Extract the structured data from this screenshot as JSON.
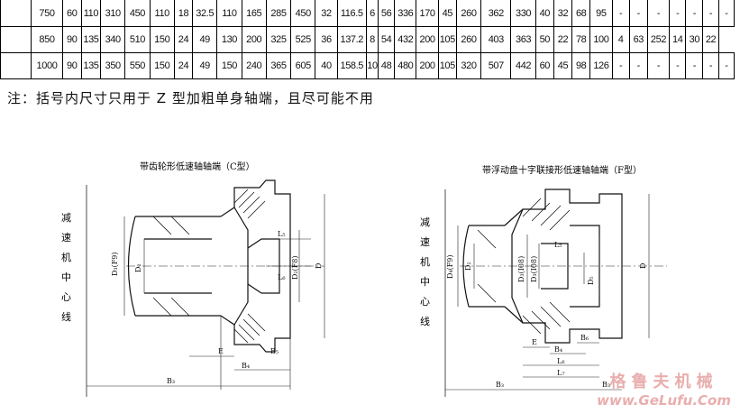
{
  "table": {
    "rows": [
      [
        "750",
        "60",
        "110",
        "310",
        "450",
        "110",
        "18",
        "32.5",
        "110",
        "165",
        "285",
        "450",
        "32",
        "116.5",
        "6",
        "56",
        "336",
        "170",
        "45",
        "260",
        "362",
        "330",
        "40",
        "32",
        "68",
        "95",
        "-",
        "-",
        "-",
        "-",
        "-",
        "-",
        "-"
      ],
      [
        "850",
        "90",
        "135",
        "340",
        "510",
        "150",
        "24",
        "49",
        "130",
        "200",
        "325",
        "525",
        "36",
        "137.2",
        "8",
        "54",
        "432",
        "200",
        "105",
        "260",
        "403",
        "363",
        "50",
        "22",
        "78",
        "100",
        "4",
        "63",
        "252",
        "14",
        "30",
        "22"
      ],
      [
        "1000",
        "90",
        "135",
        "350",
        "550",
        "150",
        "24",
        "49",
        "150",
        "240",
        "365",
        "605",
        "40",
        "158.5",
        "10",
        "48",
        "480",
        "200",
        "105",
        "320",
        "507",
        "442",
        "60",
        "45",
        "98",
        "126",
        "-",
        "-",
        "-",
        "-",
        "-",
        "-",
        "-"
      ]
    ]
  },
  "note": "注：括号内尺寸只用于 Z 型加粗单身轴端，且尽可能不用",
  "figure_c": {
    "title": "带齿轮形低速轴轴端（C型）",
    "side_label": [
      "减",
      "速",
      "机",
      "中",
      "心",
      "线"
    ],
    "labels": {
      "d3": "D₃(F9)",
      "d2": "D₂",
      "d2f8": "D₂(F8)",
      "d": "D",
      "l5": "L₅",
      "l6": "L₆",
      "e": "E",
      "b4": "B₄",
      "b5": "B₅",
      "b3": "B₃"
    }
  },
  "figure_f": {
    "title": "带浮动盘十字联接形低速轴轴端（F型）",
    "side_label": [
      "减",
      "速",
      "机",
      "中",
      "心",
      "线"
    ],
    "labels": {
      "d4": "D₄(F9)",
      "d2": "D₂",
      "d3": "D₃(I08)",
      "d3b": "D₃(I08)",
      "d5": "D₅",
      "d": "D",
      "l5": "L₅",
      "e": "E",
      "b4": "B₄",
      "b6": "B₆",
      "l6": "L₆",
      "l7": "L₇",
      "b3": "B₃",
      "b3b": "B₃"
    }
  },
  "watermark": {
    "cn": "格鲁夫机械",
    "url": "www.GeLufu.Com"
  }
}
